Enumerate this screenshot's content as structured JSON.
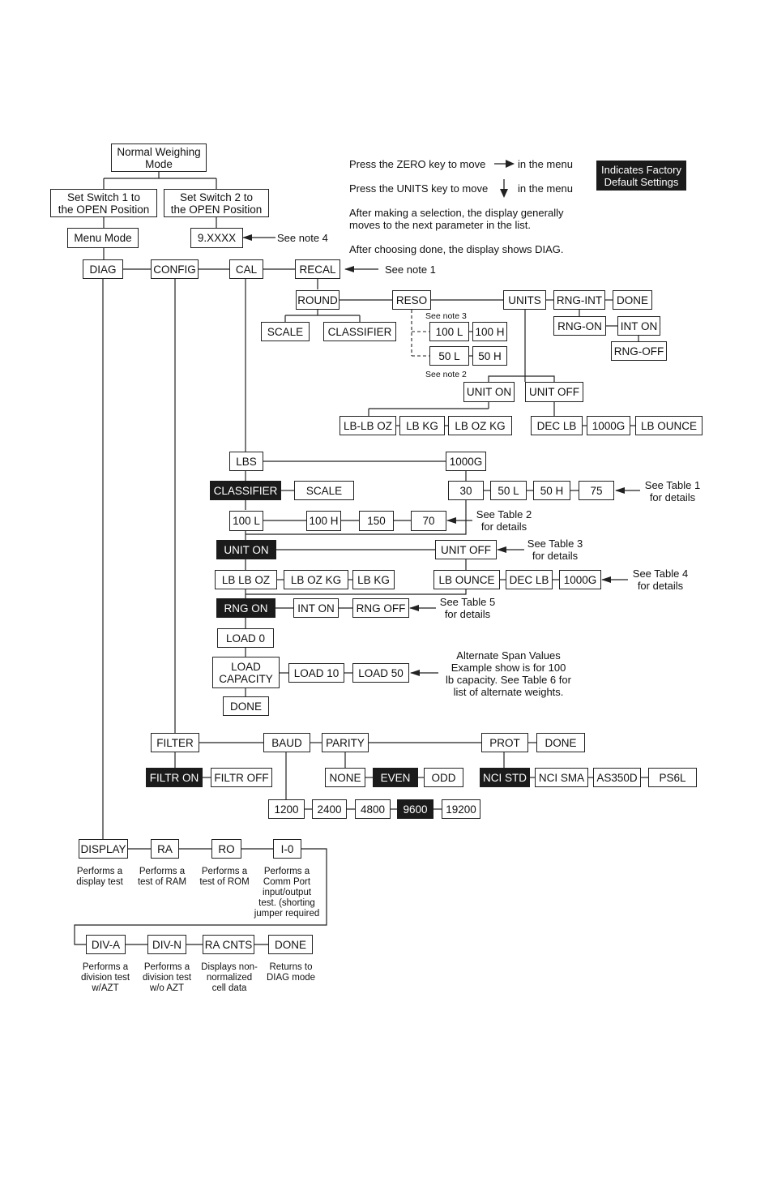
{
  "boxes": {
    "normal": "Normal Weighing\nMode",
    "sw1": "Set Switch 1 to\nthe OPEN Position",
    "sw2": "Set Switch 2 to\nthe OPEN Position",
    "menu": "Menu Mode",
    "ver": "9.XXXX",
    "diag": "DIAG",
    "config": "CONFIG",
    "cal": "CAL",
    "recal": "RECAL",
    "round": "ROUND",
    "scale1": "SCALE",
    "classifier1": "CLASSIFIER",
    "reso": "RESO",
    "l100": "100 L",
    "h100": "100 H",
    "l50": "50 L",
    "h50": "50 H",
    "units": "UNITS",
    "rngint": "RNG-INT",
    "done1": "DONE",
    "rngon1": "RNG-ON",
    "inton1": "INT ON",
    "rngoff1": "RNG-OFF",
    "uniton1": "UNIT ON",
    "unitoff1": "UNIT OFF",
    "lblboz1": "LB-LB OZ",
    "lbkg1": "LB KG",
    "lbozkg1": "LB OZ KG",
    "declb1": "DEC LB",
    "g1000a": "1000G",
    "lbounce1": "LB OUNCE",
    "lbs": "LBS",
    "g1000b": "1000G",
    "classifier2": "CLASSIFIER",
    "scale2": "SCALE",
    "v30": "30",
    "v50l": "50 L",
    "v50h": "50 H",
    "v75": "75",
    "v100l": "100 L",
    "v100h": "100 H",
    "v150": "150",
    "v70": "70",
    "uniton2": "UNIT ON",
    "unitoff2": "UNIT OFF",
    "lblboz2": "LB LB OZ",
    "lbozkg2": "LB OZ KG",
    "lbkg2": "LB KG",
    "lbounce2": "LB OUNCE",
    "declb2": "DEC LB",
    "g1000c": "1000G",
    "rngon2": "RNG ON",
    "inton2": "INT ON",
    "rngoff2": "RNG OFF",
    "load0": "LOAD 0",
    "loadcap": "LOAD\nCAPACITY",
    "load10": "LOAD 10",
    "load50": "LOAD 50",
    "done2": "DONE",
    "filter": "FILTER",
    "baud": "BAUD",
    "parity": "PARITY",
    "prot": "PROT",
    "done3": "DONE",
    "filtron": "FILTR ON",
    "filtroff": "FILTR OFF",
    "none": "NONE",
    "even": "EVEN",
    "odd": "ODD",
    "ncistd": "NCI STD",
    "ncisma": "NCI SMA",
    "as350d": "AS350D",
    "ps6l": "PS6L",
    "b1200": "1200",
    "b2400": "2400",
    "b4800": "4800",
    "b9600": "9600",
    "b19200": "19200",
    "display": "DISPLAY",
    "ra": "RA",
    "ro": "RO",
    "io": "I-0",
    "diva": "DIV-A",
    "divn": "DIV-N",
    "racnts": "RA CNTS",
    "done4": "DONE"
  },
  "instructions": {
    "zero_pre": "Press the ZERO key to move",
    "zero_post": "in the menu",
    "units_pre": "Press the UNITS key to move",
    "units_post": "in the menu",
    "selection": "After making a selection, the display generally\nmoves to the next parameter in the list.",
    "done_note": "After choosing done, the display shows DIAG."
  },
  "legend": "Indicates Factory\nDefault Settings",
  "notes": {
    "note4": "See note 4",
    "note1": "See note 1",
    "note3": "See note 3",
    "note2": "See note 2",
    "table1": "See Table 1\nfor details",
    "table2": "See Table 2\nfor details",
    "table3": "See Table 3\nfor details",
    "table4": "See Table 4\nfor details",
    "table5": "See Table 5\nfor details",
    "alt_span": "Alternate Span Values\nExample show is for 100\nlb capacity. See Table 6 for\nlist of alternate weights."
  },
  "descriptions": {
    "display": "Performs a\ndisplay test",
    "ra": "Performs a\ntest of RAM",
    "ro": "Performs a\ntest of ROM",
    "io": "Performs a\nComm Port\ninput/output\ntest. (shorting\njumper required",
    "diva": "Performs a\ndivision test\nw/AZT",
    "divn": "Performs a\ndivision test\nw/o AZT",
    "racnts": "Displays non-\nnormalized\ncell data",
    "done4": "Returns to\nDIAG mode"
  },
  "colors": {
    "line": "#222222",
    "default_fill": "#1b1b1b"
  },
  "icons": {
    "zero_key": "right-arrow-icon",
    "units_key": "down-arrow-icon",
    "pointer": "left-pointer-arrow-icon"
  }
}
